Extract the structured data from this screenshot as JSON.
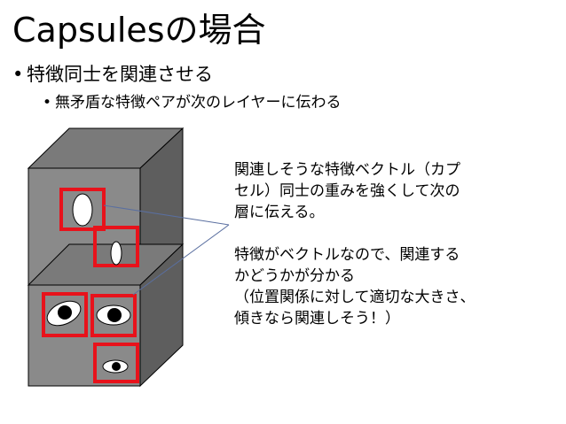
{
  "slide": {
    "title": "Capsulesの場合",
    "bullet_level1": "特徴同士を関連させる",
    "bullet_level2": "無矛盾な特徴ペアが次のレイヤーに伝わる",
    "bullet_symbol": "•"
  },
  "explanation": {
    "paragraph1": [
      "関連しそうな特徴ベクトル（カプ",
      "セル）同士の重みを強くして次の",
      "層に伝える。"
    ],
    "paragraph2": [
      "特徴がベクトルなので、関連する",
      "かどうかが分かる",
      "（位置関係に対して適切な大きさ、",
      "傾きなら関連しそう！）"
    ]
  },
  "colors": {
    "cube_front": "#8a8a8a",
    "cube_top": "#7a7a7a",
    "cube_side": "#5e5e5e",
    "highlight_box": "#e8121b",
    "connector_line": "#5a6fa0"
  }
}
